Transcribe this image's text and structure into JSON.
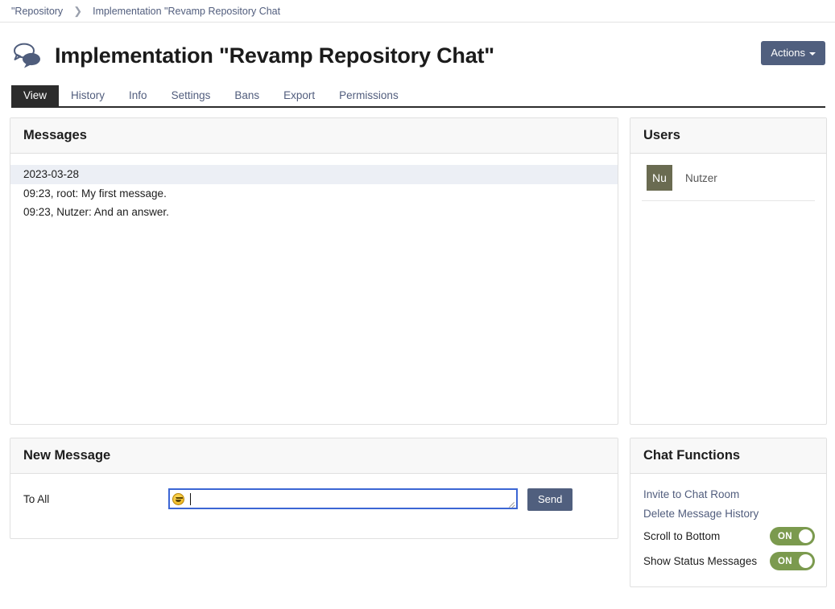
{
  "breadcrumb": {
    "items": [
      {
        "label": "\"Repository"
      },
      {
        "label": "Implementation \"Revamp Repository Chat"
      }
    ],
    "separator": "❯"
  },
  "header": {
    "title": "Implementation \"Revamp Repository Chat\"",
    "icon": "chat-bubbles-icon",
    "actions_label": "Actions"
  },
  "tabs": [
    {
      "label": "View",
      "active": true
    },
    {
      "label": "History",
      "active": false
    },
    {
      "label": "Info",
      "active": false
    },
    {
      "label": "Settings",
      "active": false
    },
    {
      "label": "Bans",
      "active": false
    },
    {
      "label": "Export",
      "active": false
    },
    {
      "label": "Permissions",
      "active": false
    }
  ],
  "messages_panel": {
    "title": "Messages",
    "date_divider": "2023-03-28",
    "lines": [
      "09:23, root: My first message.",
      "09:23, Nutzer: And an answer."
    ]
  },
  "users_panel": {
    "title": "Users",
    "users": [
      {
        "initials": "Nu",
        "name": "Nutzer"
      }
    ]
  },
  "new_message_panel": {
    "title": "New Message",
    "to_label": "To All",
    "input_value": "",
    "input_placeholder": "",
    "emoji_icon": "smiley-face-icon",
    "send_label": "Send"
  },
  "chat_functions_panel": {
    "title": "Chat Functions",
    "links": [
      {
        "label": "Invite to Chat Room"
      },
      {
        "label": "Delete Message History"
      }
    ],
    "toggles": [
      {
        "label": "Scroll to Bottom",
        "state": "ON"
      },
      {
        "label": "Show Status Messages",
        "state": "ON"
      }
    ]
  },
  "colors": {
    "accent_slate": "#505f7e",
    "link": "#515d7d",
    "tab_active_bg": "#2c2c2c",
    "toggle_on": "#7b9a4e",
    "avatar_bg": "#6a6b51",
    "date_highlight": "#eceff5",
    "input_focus_border": "#3c66d4"
  }
}
